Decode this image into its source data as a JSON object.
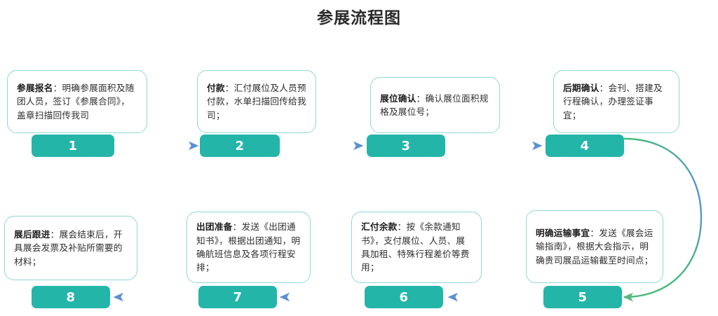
{
  "title": "参展流程图",
  "colors": {
    "chip_fill": "#24b5a9",
    "card_border": "#8fd6d9",
    "card_fill": "#ffffff",
    "arrow_green": "#4cb96a",
    "arrow_blue": "#5b8fd4",
    "title_color": "#2b2b2b",
    "background": "#ffffff"
  },
  "steps": [
    {
      "number": "1",
      "heading": "参展报名",
      "body": "：明确参展面积及随团人员，签订《参展合同》，盖章扫描回传我司"
    },
    {
      "number": "2",
      "heading": "付款",
      "body": "：汇付展位及人员预付款，水单扫描回传给我司；"
    },
    {
      "number": "3",
      "heading": "展位确认",
      "body": "：确认展位面积规格及展位号；"
    },
    {
      "number": "4",
      "heading": "后期确认",
      "body": "：会刊、搭建及行程确认，办理签证事宜；"
    },
    {
      "number": "5",
      "heading": "明确运输事宜",
      "body": "：发送《展会运输指南》，根据大会指示，明确贵司展品运输截至时间点；"
    },
    {
      "number": "6",
      "heading": "汇付余款",
      "body": "：按《余款通知书》，支付展位、人员、展具加租、特殊行程差价等费用；"
    },
    {
      "number": "7",
      "heading": "出团准备",
      "body": "：发送《出团通知书》，根据出团通知，明确航班信息及各项行程安排；"
    },
    {
      "number": "8",
      "heading": "展后跟进",
      "body": "：展会结束后，开具展会发票及补贴所需要的材料；"
    }
  ],
  "connectors": [
    {
      "name": "arrow-1-to-2",
      "direction": "right"
    },
    {
      "name": "arrow-2-to-3",
      "direction": "right"
    },
    {
      "name": "arrow-3-to-4",
      "direction": "right"
    },
    {
      "name": "arrow-4-to-5",
      "direction": "curve-down-left"
    },
    {
      "name": "arrow-5-to-6",
      "direction": "left"
    },
    {
      "name": "arrow-6-to-7",
      "direction": "left"
    },
    {
      "name": "arrow-7-to-8",
      "direction": "left"
    }
  ]
}
